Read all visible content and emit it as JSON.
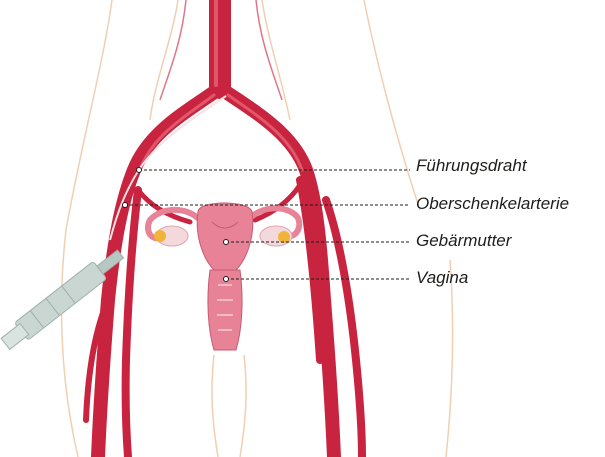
{
  "diagram": {
    "labels": {
      "guidewire": "Führungsdraht",
      "femoral_artery": "Oberschenkelarterie",
      "uterus": "Gebärmutter",
      "vagina": "Vagina"
    },
    "colors": {
      "artery": "#c8243f",
      "artery_dark": "#9e1a30",
      "artery_light": "#e2566a",
      "body_outline": "#f0cfb2",
      "organ_pink": "#e88296",
      "organ_light": "#f3b9c4",
      "ovary": "#f4d9dc",
      "fibroid_yellow": "#f0b43a",
      "syringe": "#c9d6d2",
      "leader_line": "#1d1d1b"
    }
  }
}
